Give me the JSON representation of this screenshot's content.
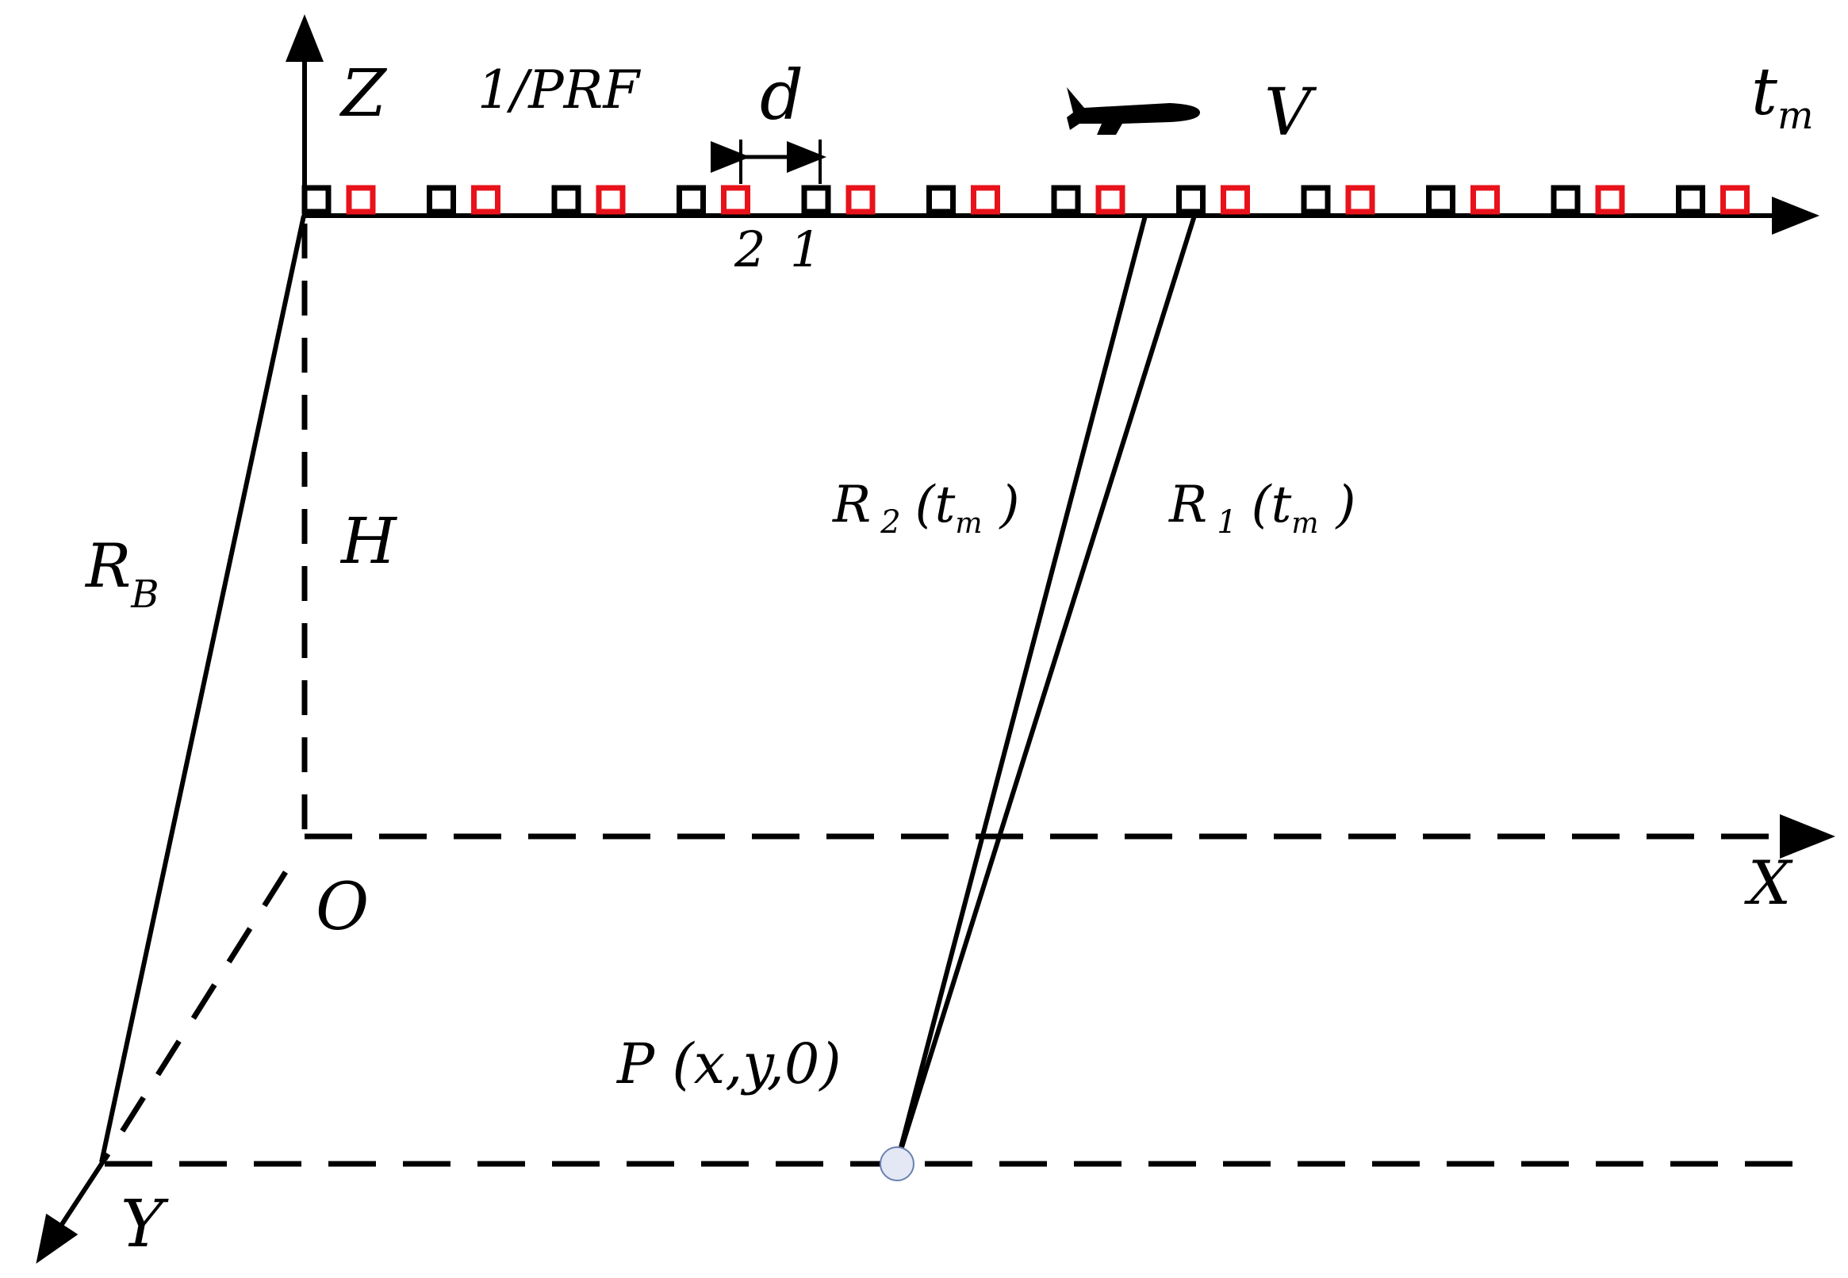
{
  "labels": {
    "z_axis": "Z",
    "prf": "1/PRF",
    "spacing": "d",
    "velocity": "V",
    "t_base": "t",
    "t_sub": "m",
    "ant2": "2",
    "ant1": "1",
    "r2_base": "R",
    "r2_sub": "2",
    "r2_arg_open": "(t",
    "r2_arg_sub": "m",
    "r2_arg_close": ")",
    "r1_base": "R",
    "r1_sub": "1",
    "r1_arg_open": "(t",
    "r1_arg_sub": "m",
    "r1_arg_close": ")",
    "rb_base": "R",
    "rb_sub": "B",
    "height": "H",
    "origin": "O",
    "x_axis": "X",
    "y_axis": "Y",
    "point": "P (x,y,0)"
  },
  "antenna_pairs": 12,
  "colors": {
    "line": "#000000",
    "antenna_1": "#000000",
    "antenna_2": "#e8121b",
    "target_fill": "#e4e8f4",
    "target_stroke": "#6a7fb0"
  }
}
